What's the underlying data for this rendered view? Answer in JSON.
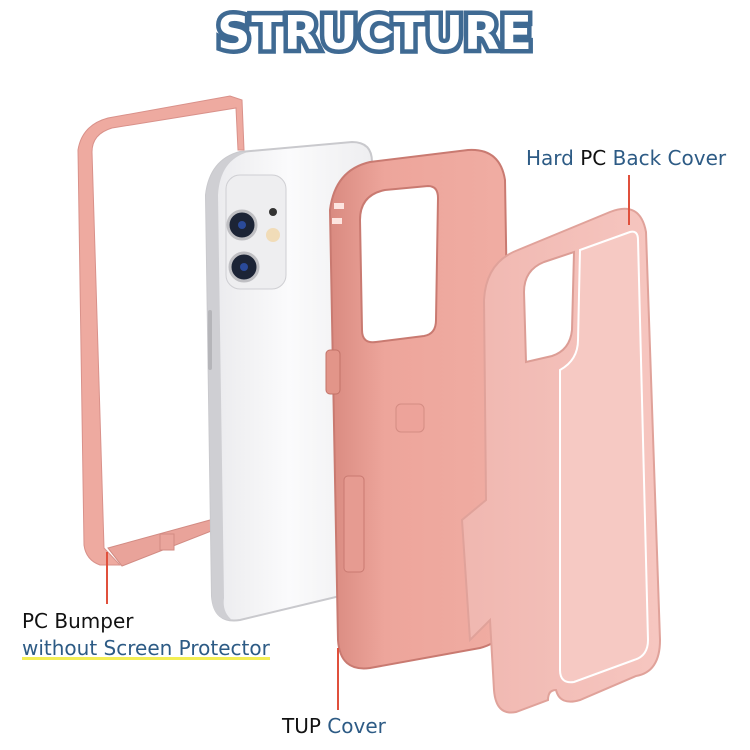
{
  "title": "STRUCTURE",
  "colors": {
    "title_fill": "#ffffff",
    "title_outline": "#3f6a93",
    "label_dark": "#111111",
    "label_blue": "#2d5b85",
    "leader_line": "#e0503c",
    "highlight": "#f3ee54",
    "tpu_pink": "#e8998f",
    "pc_pink": "#f2b8b0",
    "bumper_pink": "#eeaaa0",
    "phone_white": "#f4f4f6"
  },
  "labels": {
    "back_cover": {
      "prefix": "Hard",
      "bold": "PC",
      "suffix": "Back Cover"
    },
    "bumper": {
      "line1_bold": "PC",
      "line1_rest": "Bumper",
      "line2": "without Screen Protector"
    },
    "tpu": {
      "bold": "TUP",
      "rest": "Cover"
    }
  },
  "parts": [
    {
      "name": "PC Bumper",
      "icon": "bumper-frame-icon"
    },
    {
      "name": "Phone",
      "icon": "phone-icon"
    },
    {
      "name": "TUP Cover",
      "icon": "tpu-case-icon"
    },
    {
      "name": "Hard PC Back Cover",
      "icon": "pc-back-cover-icon"
    }
  ]
}
